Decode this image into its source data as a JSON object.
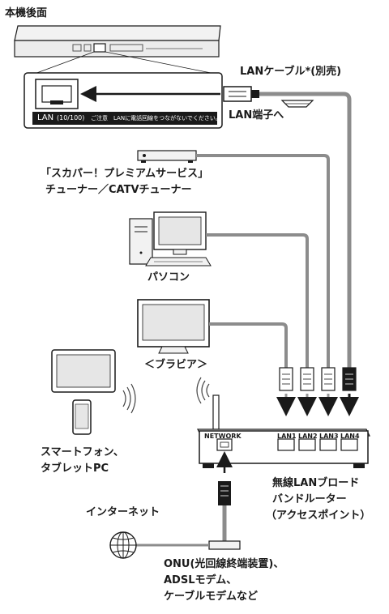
{
  "labels": {
    "rear_panel": "本機後面",
    "lan_cable": "LANケーブル*(別売)",
    "lan_terminal": "LAN端子へ",
    "tuner_line1": "「スカパー！プレミアムサービス」",
    "tuner_line2": "チューナー／CATVチューナー",
    "pc": "パソコン",
    "tv": "＜ブラビア＞",
    "smartphone_line1": "スマートフォン、",
    "smartphone_line2": "タブレットPC",
    "internet": "インターネット",
    "router_line1": "無線LANブロード",
    "router_line2": "バンドルーター",
    "router_line3": "（アクセスポイント）",
    "onu_line1": "ONU(光回線終端装置)、",
    "onu_line2": "ADSLモデム、",
    "onu_line3": "ケーブルモデムなど",
    "lan_port_label": "LAN",
    "lan_port_speed": "(10/100)",
    "lan_port_caution": "ご注意　LANに電話回線をつながないでください。",
    "network_port": "NETWORK",
    "router_port_1": "LAN1",
    "router_port_2": "LAN2",
    "router_port_3": "LAN3",
    "router_port_4": "LAN4"
  },
  "colors": {
    "line": "#1a1a1a",
    "cable": "#8c8c8c",
    "device_fill": "#f2f2f2",
    "screen": "#e6e6e6"
  }
}
